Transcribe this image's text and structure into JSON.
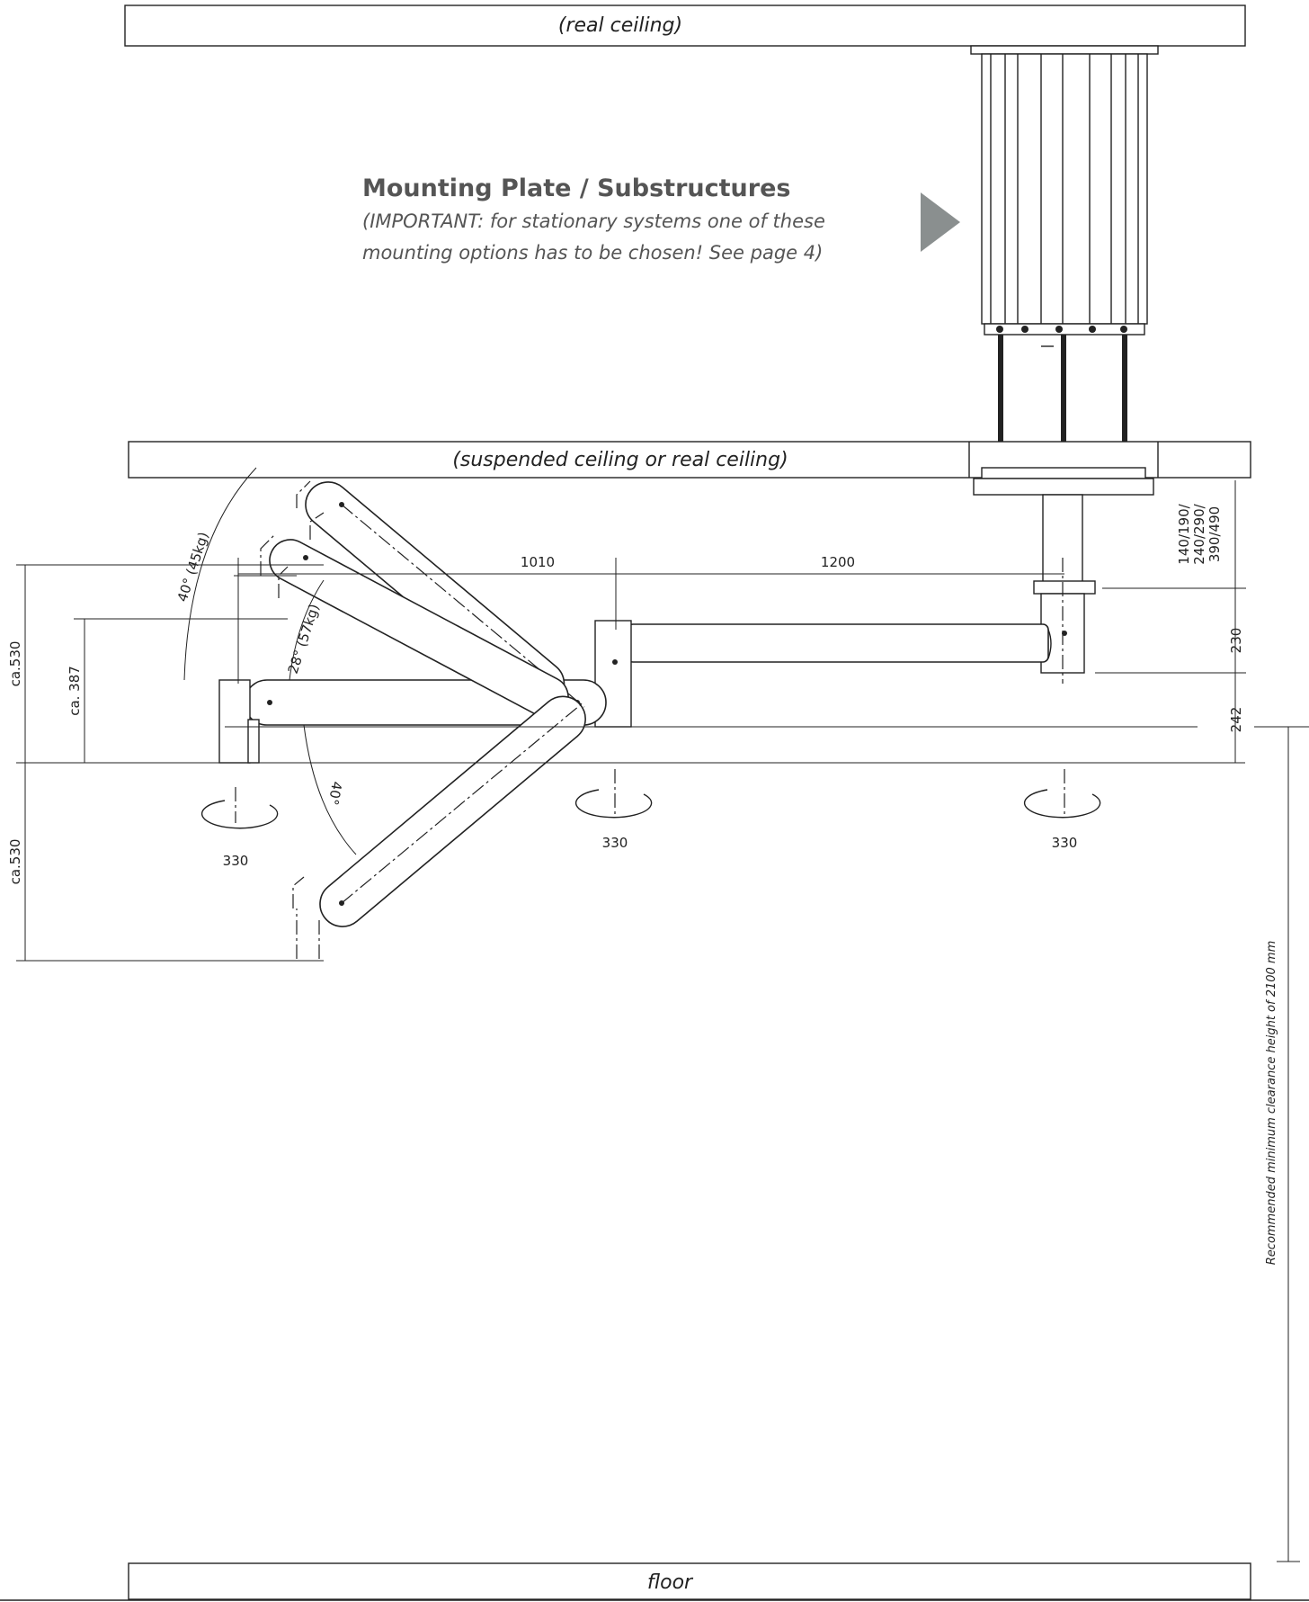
{
  "labels": {
    "real_ceiling": "(real ceiling)",
    "suspended_ceiling": "(suspended ceiling or real ceiling)",
    "floor": "floor",
    "heading": "Mounting Plate / Substructures",
    "note_line1": "(IMPORTANT: for stationary systems one of these",
    "note_line2": "mounting options has to be chosen! See page 4)",
    "clearance": "Recommended minimum clearance height of 2100 mm"
  },
  "dimensions": {
    "dim_1010": "1010",
    "dim_1200": "1200",
    "dim_230": "230",
    "dim_242": "242",
    "drop_line1": "140/190/",
    "drop_line2": "240/290/",
    "drop_line3": "390/490",
    "ca530_top": "ca.530",
    "ca387": "ca. 387",
    "ca530_bottom": "ca.530",
    "rot_left": "330",
    "rot_mid": "330",
    "rot_right": "330"
  },
  "angles": {
    "angle_40_45kg": "40° (45kg)",
    "angle_28_57kg": "28° (57kg)",
    "angle_40_down": "40°"
  },
  "colors": {
    "line": "#222222",
    "heading": "#555555",
    "pointer": "#8a8f8f"
  }
}
